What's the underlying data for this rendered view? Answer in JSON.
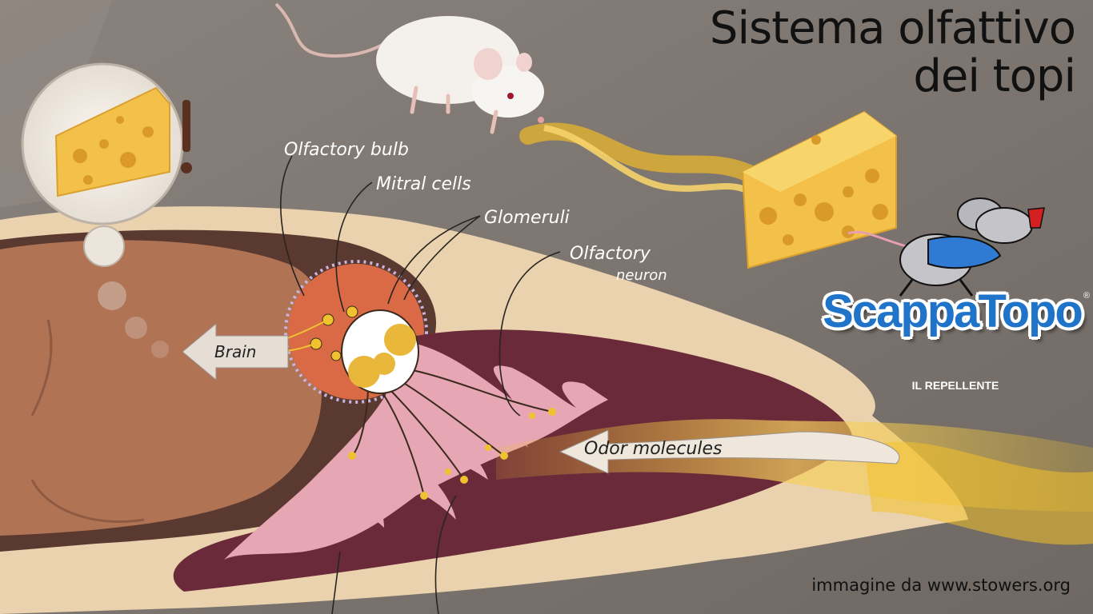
{
  "title": {
    "line1": "Sistema olfattivo",
    "line2": "dei topi"
  },
  "labels": {
    "olfactory_bulb": "Olfactory bulb",
    "mitral_cells": "Mitral cells",
    "glomeruli": "Glomeruli",
    "olfactory_neuron_1": "Olfactory",
    "olfactory_neuron_2": "neuron",
    "brain": "Brain",
    "odor_molecules": "Odor molecules"
  },
  "logo": {
    "brand": "ScappaTopo",
    "registered": "®",
    "tagline": "IL REPELLENTE"
  },
  "credit": "immagine da www.stowers.org",
  "colors": {
    "background": "#7d7570",
    "skull": "#e9d2ad",
    "brain": "#b07455",
    "bulb": "#d96a45",
    "mucosa": "#e7a6b3",
    "cavity": "#6a2a3a",
    "cheese": "#f3c14a",
    "odor": "#f2c12a",
    "logo_blue": "#1f74c9"
  }
}
